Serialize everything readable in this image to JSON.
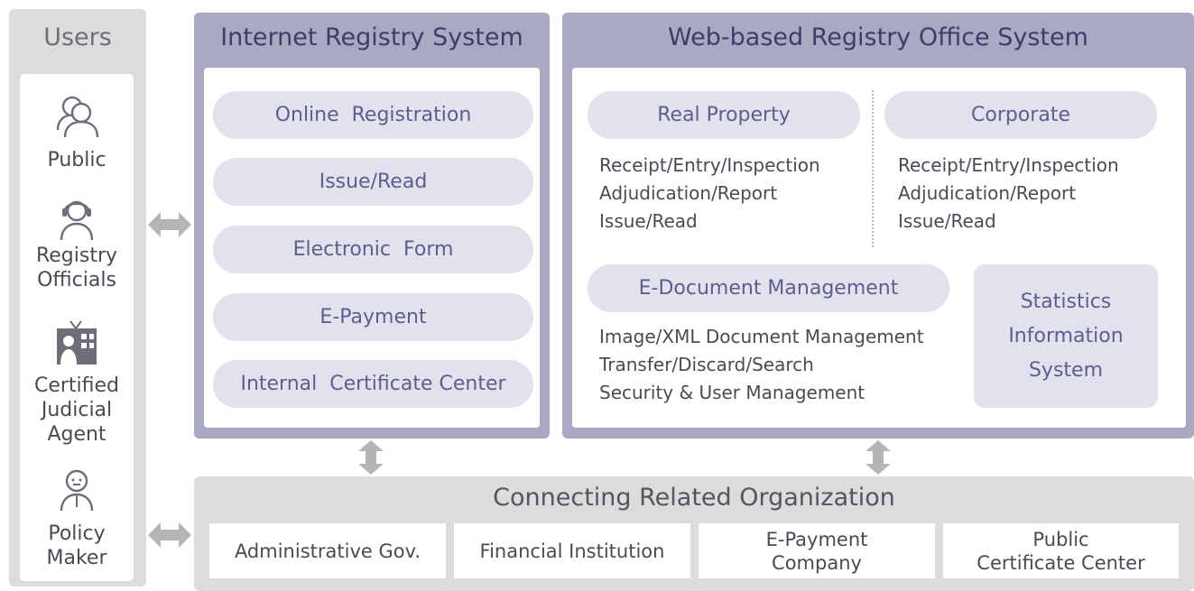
{
  "users": {
    "title": "Users",
    "items": [
      {
        "label": "Public",
        "icon": "people-icon"
      },
      {
        "label": "Registry\nOfficials",
        "icon": "headset-person-icon"
      },
      {
        "label": "Certified\nJudicial\nAgent",
        "icon": "building-icon"
      },
      {
        "label": "Policy\nMaker",
        "icon": "person-tie-icon"
      }
    ]
  },
  "internet_registry": {
    "title": "Internet Registry System",
    "items": [
      "Online  Registration",
      "Issue/Read",
      "Electronic  Form",
      "E-Payment",
      "Internal  Certificate Center"
    ]
  },
  "web_registry": {
    "title": "Web-based Registry Office System",
    "real_property": {
      "label": "Real Property",
      "details": [
        "Receipt/Entry/Inspection",
        "Adjudication/Report",
        "Issue/Read"
      ]
    },
    "corporate": {
      "label": "Corporate",
      "details": [
        "Receipt/Entry/Inspection",
        "Adjudication/Report",
        "Issue/Read"
      ]
    },
    "edoc": {
      "label": "E-Document Management",
      "details": [
        "Image/XML Document Management",
        "Transfer/Discard/Search",
        "Security & User Management"
      ]
    },
    "statistics": {
      "lines": [
        "Statistics",
        "Information",
        "System"
      ]
    }
  },
  "connecting": {
    "title": "Connecting Related Organization",
    "orgs": [
      "Administrative Gov.",
      "Financial Institution",
      "E-Payment\nCompany",
      "Public\nCertificate Center"
    ]
  },
  "colors": {
    "panel_purple": "#a9a9c4",
    "pill": "#e2e2ee",
    "pill_text": "#5c5f8c",
    "panel_gray": "#dcdcdc",
    "arrow": "#b5b5b5"
  }
}
